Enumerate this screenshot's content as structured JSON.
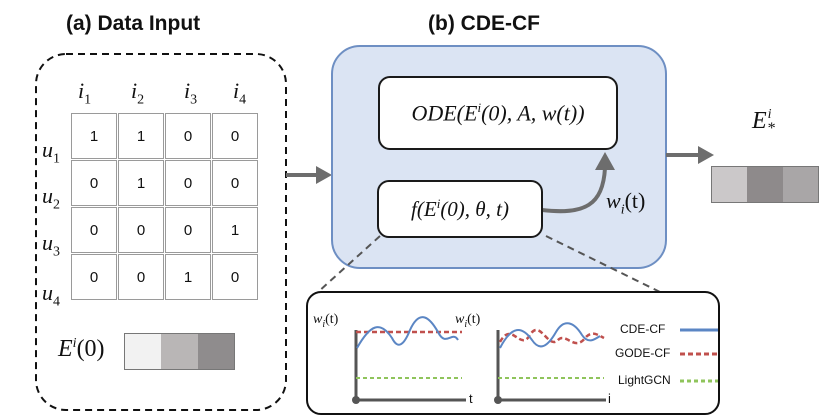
{
  "panel_a": {
    "title": "(a) Data Input",
    "col_headers": [
      "i",
      "i",
      "i",
      "i"
    ],
    "col_subs": [
      "1",
      "2",
      "3",
      "4"
    ],
    "row_headers": [
      "u",
      "u",
      "u",
      "u"
    ],
    "row_subs": [
      "1",
      "2",
      "3",
      "4"
    ],
    "matrix": [
      [
        "1",
        "1",
        "0",
        "0"
      ],
      [
        "0",
        "1",
        "0",
        "0"
      ],
      [
        "0",
        "0",
        "0",
        "1"
      ],
      [
        "0",
        "0",
        "1",
        "0"
      ]
    ],
    "embedding_label": "E",
    "embedding_sup": "i",
    "embedding_arg": "(0)",
    "embedding_colors": [
      "#f2f2f2",
      "#b9b6b6",
      "#8f8c8d"
    ]
  },
  "panel_b": {
    "title": "(b) CDE-CF",
    "ode_text": "ODE(E",
    "ode_sup": "i",
    "ode_rest": "(0), A, w(t))",
    "f_text": "f(E",
    "f_sup": "i",
    "f_rest": "(0), θ, t)",
    "w_label": "w",
    "w_sub": "i",
    "w_arg": "(t)",
    "output_label": "E",
    "output_sup": "i",
    "output_sub": "*",
    "output_colors": [
      "#cbc8c9",
      "#8e8a8b",
      "#a9a6a7"
    ],
    "box_fill": "#dbe4f3",
    "box_stroke": "#6e8fc3"
  },
  "inset": {
    "plot1_ylabel": "w",
    "plot1_ysub": "i",
    "plot1_yarg": "(t)",
    "plot1_xlabel": "t",
    "plot2_ylabel": "w",
    "plot2_ysub": "i",
    "plot2_yarg": "(t)",
    "plot2_xlabel": "i",
    "legend": [
      {
        "label": "CDE-CF",
        "color": "#5b86c4"
      },
      {
        "label": "GODE-CF",
        "color": "#c0504d"
      },
      {
        "label": "LightGCN",
        "color": "#8fc45b"
      }
    ]
  }
}
